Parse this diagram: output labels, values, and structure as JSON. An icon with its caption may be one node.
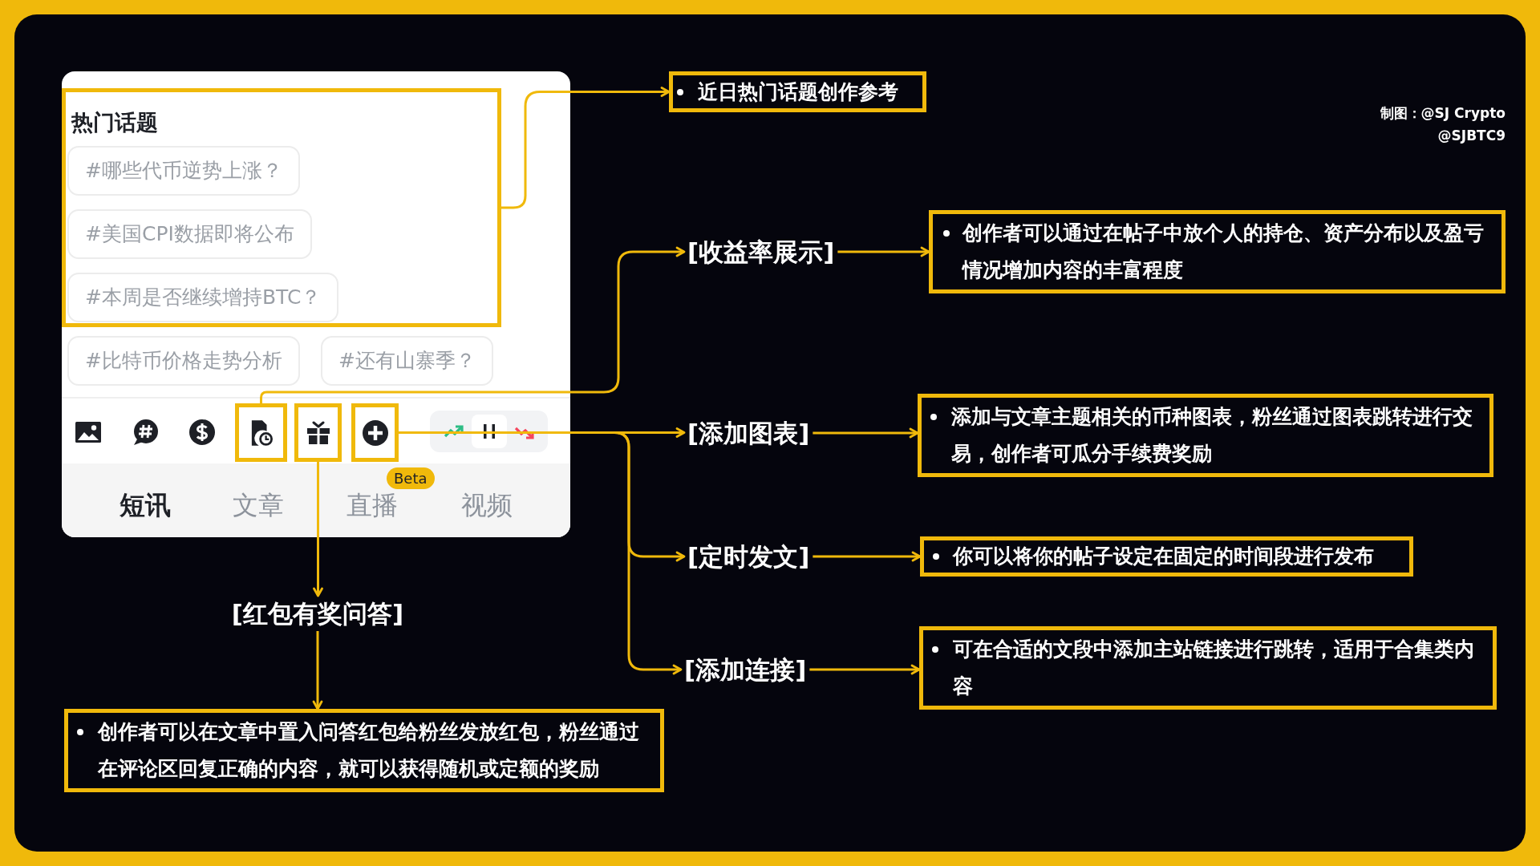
{
  "diagram": {
    "nodes": [
      {
        "text": [],
        "shape": "box"
      },
      {
        "text": [
          "热门话题"
        ],
        "in": 0
      },
      {
        "text": [
          "#哪些代币逆势上涨？"
        ],
        "in": 1
      },
      {
        "text": [
          "#美国CPI数据即将公布"
        ],
        "in": 1
      },
      {
        "text": [
          "#本周是否继续增持BTC？"
        ],
        "in": 1
      },
      {
        "text": [
          "#比特币价格走势分析"
        ],
        "in": 0
      },
      {
        "text": [
          "#还有山寨季？"
        ],
        "in": 0
      },
      {
        "text": [],
        "shape": "box",
        "in": 0
      },
      {
        "text": [],
        "shape": "box",
        "in": 0
      },
      {
        "text": [],
        "shape": "box",
        "in": 0
      },
      {
        "text": [
          "近日热门话题创作参考"
        ]
      },
      {
        "text": [
          "[收益率展示]"
        ]
      },
      {
        "text": [
          "创作者可以通过在帖子中放个人的持仓、资产分布以及盈亏情况增加内容的丰富程度"
        ]
      },
      {
        "text": [
          "[添加图表]"
        ]
      },
      {
        "text": [
          "添加与文章主题相关的币种图表，粉丝通过图表跳转进行交易，创作者可瓜分手续费奖励"
        ]
      },
      {
        "text": [
          "[定时发文]"
        ]
      },
      {
        "text": [
          "你可以将你的帖子设定在固定的时间段进行发布"
        ]
      },
      {
        "text": [
          "[添加连接]"
        ]
      },
      {
        "text": [
          "可在合适的文段中添加主站链接进行跳转，适用于合集类内容"
        ]
      },
      {
        "text": [
          "[红包有奖问答]"
        ]
      },
      {
        "text": [
          "创作者可以在文章中置入问答红包给粉丝发放红包，粉丝通过在评论区回复正确的内容，就可以获得随机或定额的奖励"
        ]
      }
    ],
    "edges": [
      {
        "from": 1,
        "to": 10,
        "arrow": "to"
      },
      {
        "from": 7,
        "to": 11,
        "arrow": "to"
      },
      {
        "from": 11,
        "to": 12,
        "arrow": "to"
      },
      {
        "from": 9,
        "to": 13,
        "arrow": "to"
      },
      {
        "from": 13,
        "to": 14,
        "arrow": "to"
      },
      {
        "from": 9,
        "to": 15,
        "arrow": "to"
      },
      {
        "from": 15,
        "to": 16,
        "arrow": "to"
      },
      {
        "from": 9,
        "to": 17,
        "arrow": "to"
      },
      {
        "from": 17,
        "to": 18,
        "arrow": "to"
      },
      {
        "from": 8,
        "to": 19,
        "arrow": "to"
      },
      {
        "from": 19,
        "to": 20,
        "arrow": "to"
      }
    ],
    "labels": [
      "制图：@SJ Crypto",
      "@SJBTC9",
      "短讯",
      "文章",
      "直播",
      "Beta",
      "视频"
    ]
  }
}
